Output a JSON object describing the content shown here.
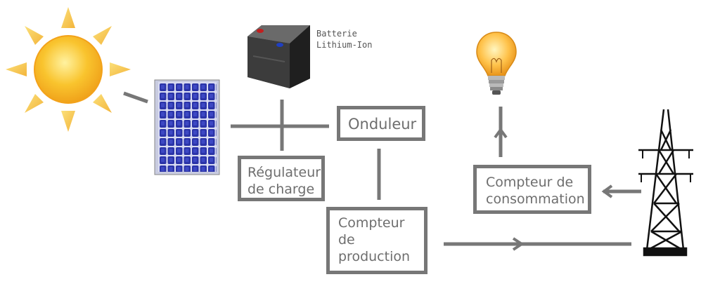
{
  "battery": {
    "label_line1": "Batterie",
    "label_line2": "Lithium-Ion"
  },
  "onduleur": {
    "label": "Onduleur"
  },
  "regulateur": {
    "line1": "Régulateur",
    "line2": "de charge"
  },
  "production": {
    "line1": "Compteur",
    "line2": "de",
    "line3": "production"
  },
  "consommation": {
    "line1": "Compteur de",
    "line2": "consommation"
  },
  "colors": {
    "line": "#777777",
    "box_border": "#777777",
    "text": "#6e6e6e",
    "sun": "#f7b32b",
    "solar_panel": "#2a2f9e",
    "battery_body": "#3a3a3a"
  }
}
